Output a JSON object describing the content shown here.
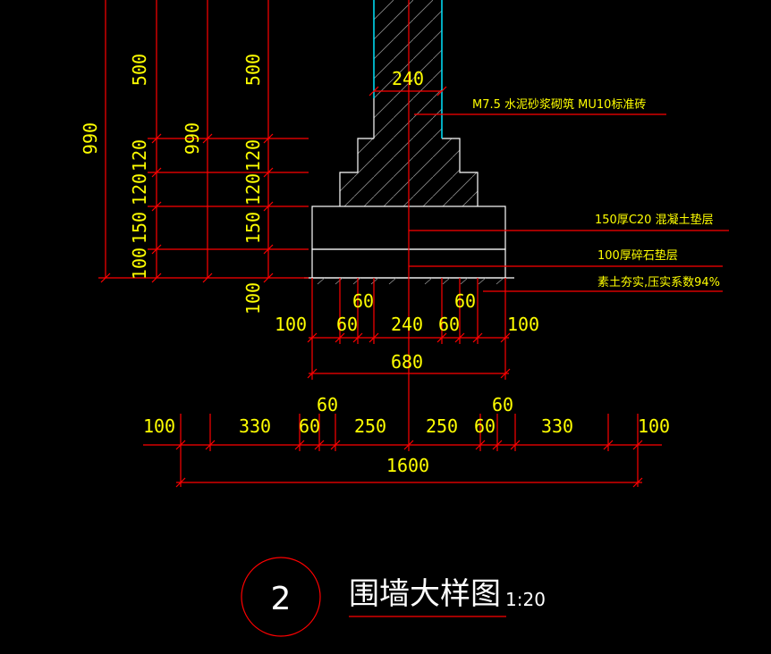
{
  "colors": {
    "background": "#000000",
    "dimension_line": "#ff0000",
    "dimension_text": "#ffff00",
    "outline": "#ffffff",
    "wall_edge": "#00e5ff"
  },
  "drawing": {
    "number": "2",
    "title": "围墙大样图",
    "scale": "1:20"
  },
  "notes": {
    "wall_material": "M7.5 水泥砂浆砌筑 MU10标准砖",
    "concrete_layer": "150厚C20 混凝土垫层",
    "gravel_layer": "100厚碎石垫层",
    "soil": "素土夯实,压实系数94%"
  },
  "vertical_dims": {
    "col1": [
      "990"
    ],
    "col2": [
      "500",
      "120",
      "120",
      "150",
      "100"
    ],
    "col3": [
      "990"
    ],
    "col4": [
      "500",
      "120",
      "120",
      "150",
      "100"
    ]
  },
  "footing_dims": {
    "wall_width_top": "240",
    "step_left": "60",
    "step_right": "60",
    "row": [
      "100",
      "60",
      "240",
      "60",
      "100"
    ],
    "total": "680"
  },
  "plan_dims": {
    "row": [
      "100",
      "330",
      "60",
      "250",
      "250",
      "60",
      "330",
      "100"
    ],
    "small_left": "60",
    "small_right": "60",
    "total": "1600"
  }
}
